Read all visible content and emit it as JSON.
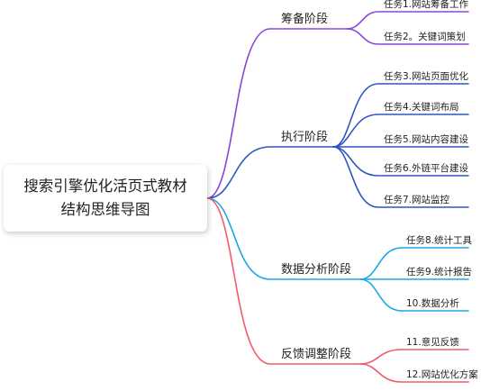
{
  "root": {
    "line1": "搜索引擎优化活页式教材",
    "line2": "结构思维导图"
  },
  "colors": {
    "purple": "#8b45d9",
    "blue": "#2e55c4",
    "cyan": "#1ba9e6",
    "red": "#f25a6b"
  },
  "stages": [
    {
      "label": "筹备阶段",
      "tasks": [
        "任务1.网站筹备工作",
        "任务2。关键词策划"
      ]
    },
    {
      "label": "执行阶段",
      "tasks": [
        "任务3.网站页面优化",
        "任务4.关键词布局",
        "任务5.网站内容建设",
        "任务6.外链平台建设",
        "任务7.网站监控"
      ]
    },
    {
      "label": "数据分析阶段",
      "tasks": [
        "任务8.统计工具",
        "任务9.统计报告",
        "10.数据分析"
      ]
    },
    {
      "label": "反馈调整阶段",
      "tasks": [
        "11.意见反馈",
        "12.网站优化方案"
      ]
    }
  ]
}
